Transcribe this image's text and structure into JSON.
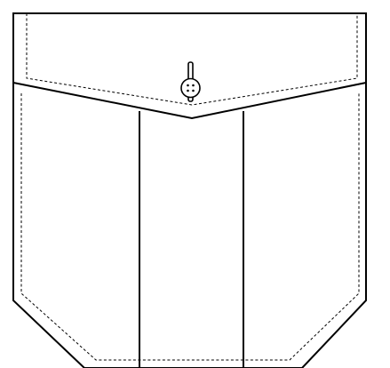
{
  "diagram": {
    "subject": "shirt-pocket-technical-drawing",
    "line_color": "#000000",
    "background_color": "#ffffff",
    "elements": [
      "pocket-outline",
      "pocket-flap",
      "topstitching",
      "box-pleat-seams",
      "flap-button"
    ]
  }
}
